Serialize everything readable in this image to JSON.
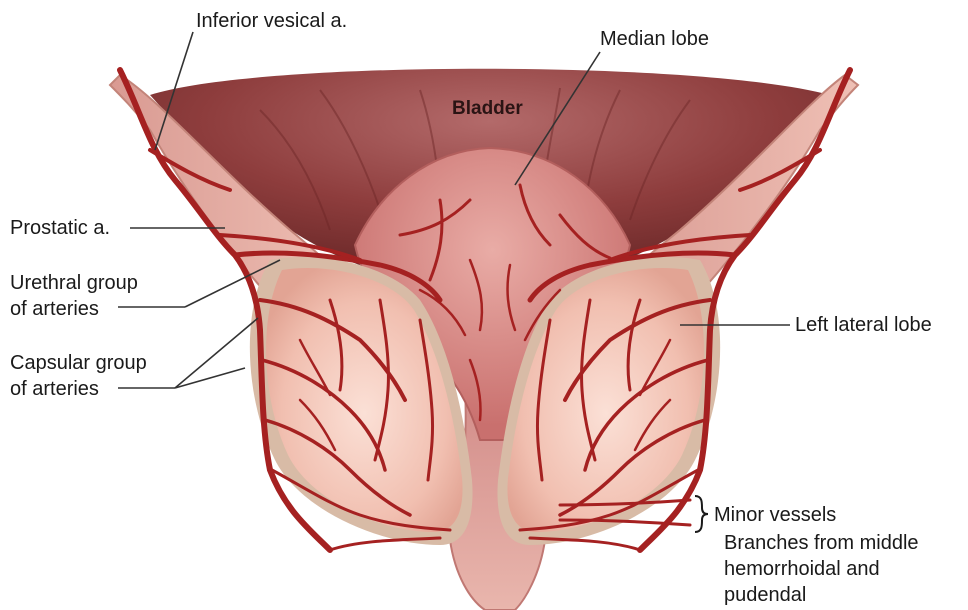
{
  "labels": {
    "inferior_vesical": "Inferior vesical a.",
    "median_lobe": "Median lobe",
    "bladder": "Bladder",
    "prostatic": "Prostatic a.",
    "urethral_line1": "Urethral group",
    "urethral_line2": "of arteries",
    "capsular_line1": "Capsular group",
    "capsular_line2": "of arteries",
    "left_lateral_lobe": "Left lateral lobe",
    "minor_vessels": "Minor vessels",
    "branches_line1": "Branches from middle",
    "branches_line2": "hemorrhoidal and",
    "branches_line3": "pudendal"
  },
  "colors": {
    "bladder_wall": "#c98585",
    "bladder_inner": "#8e3d3d",
    "lobe_fill": "#f4c7b9",
    "artery": "#a52121",
    "capsule": "#d7b9a3",
    "leader_line": "#333333"
  }
}
